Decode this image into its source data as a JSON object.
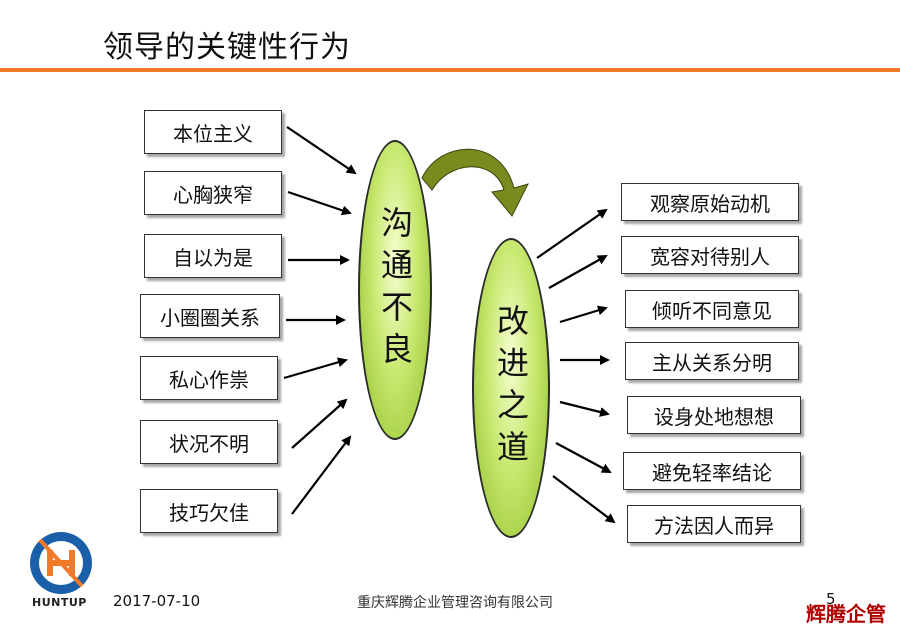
{
  "title": "领导的关键性行为",
  "left_items": [
    "本位主义",
    "心胸狭窄",
    "自以为是",
    "小圈圈关系",
    "私心作祟",
    "状况不明",
    "技巧欠佳"
  ],
  "center_left": "沟通不良",
  "center_right": "改进之道",
  "right_items": [
    "观察原始动机",
    "宽容对待别人",
    "倾听不同意见",
    "主从关系分明",
    "设身处地想想",
    "避免轻率结论",
    "方法因人而异"
  ],
  "footer": {
    "date": "2017-07-10",
    "company": "重庆辉腾企业管理咨询有限公司",
    "page": "5",
    "brand": "辉腾企管",
    "logo_text": "HUNTUP"
  },
  "colors": {
    "accent": "#f07a2a",
    "ellipse": "#b5d94a",
    "curve_arrow": "#7a8a1e",
    "brand": "#b00000"
  }
}
